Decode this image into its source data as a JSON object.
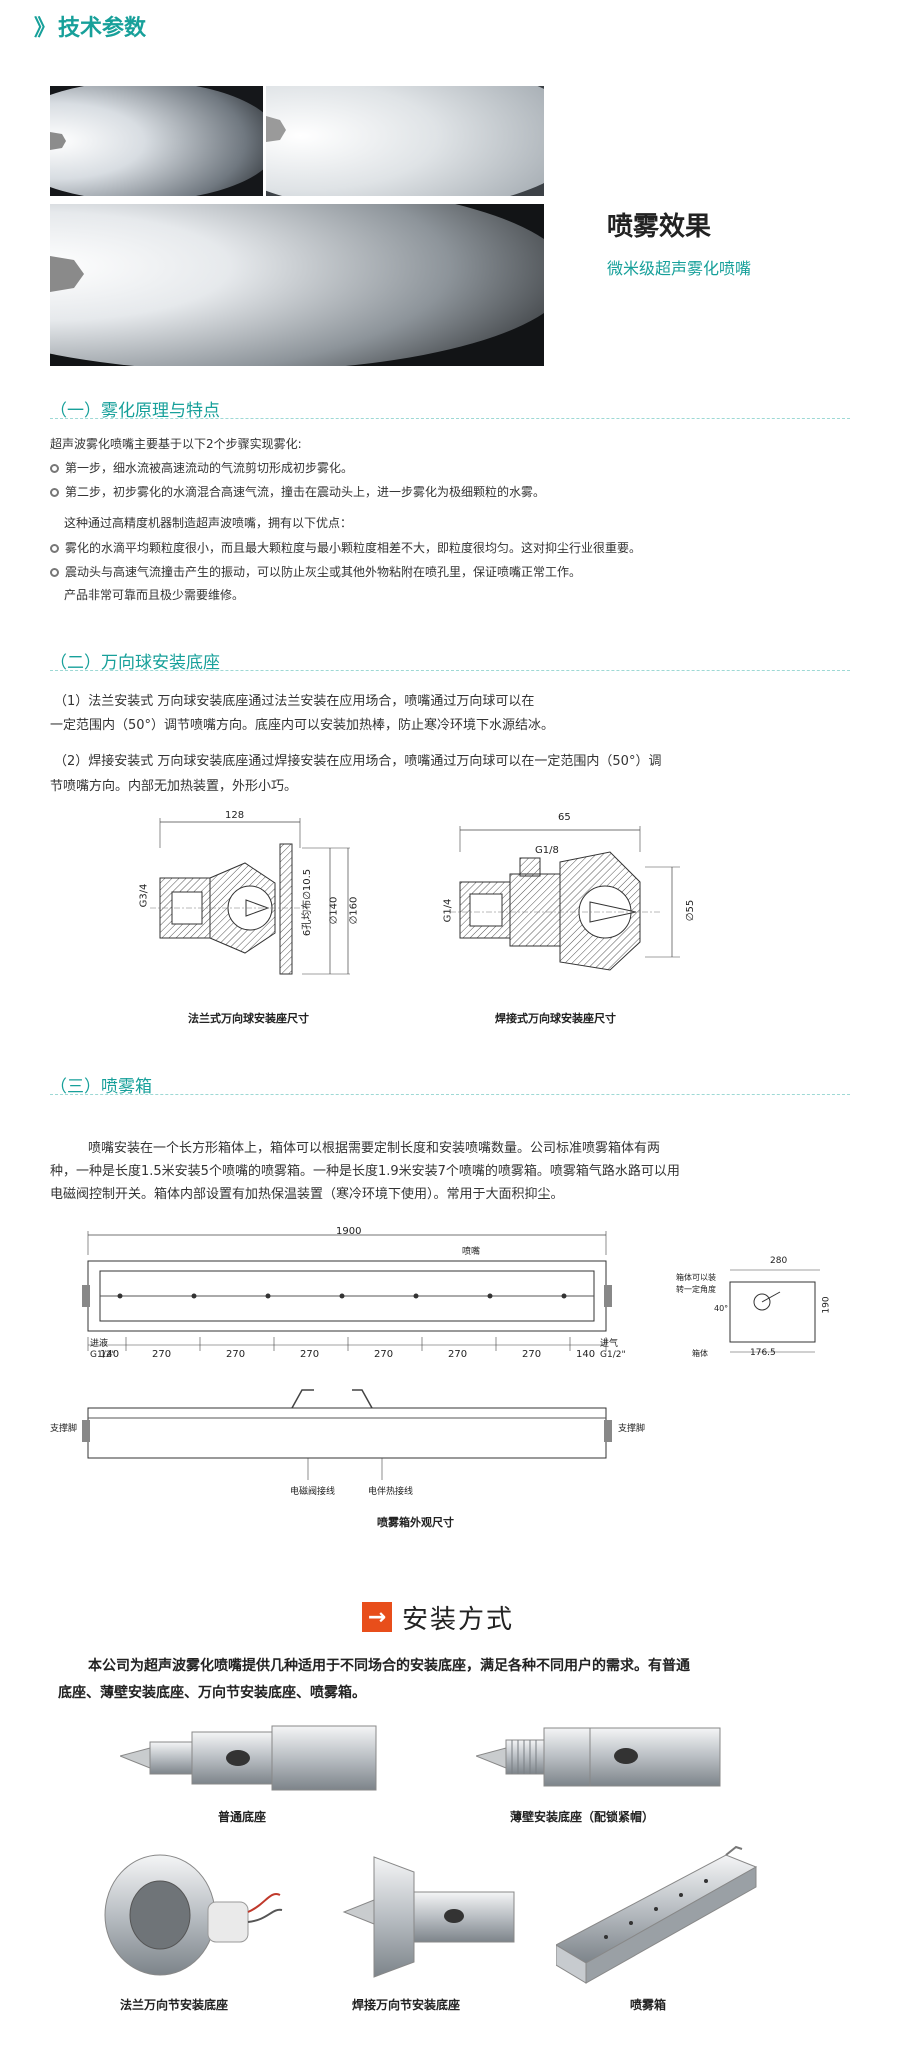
{
  "header": {
    "chevron": "》",
    "title": "技术参数"
  },
  "spray_effect": {
    "title": "喷雾效果",
    "subtitle": "微米级超声雾化喷嘴"
  },
  "section1": {
    "heading": "（一）雾化原理与特点",
    "intro": "超声波雾化喷嘴主要基于以下2个步骤实现雾化:",
    "steps": [
      "第一步，细水流被高速流动的气流剪切形成初步雾化。",
      "第二步，初步雾化的水滴混合高速气流，撞击在震动头上，进一步雾化为极细颗粒的水雾。"
    ],
    "adv_intro": "这种通过高精度机器制造超声波喷嘴，拥有以下优点：",
    "advantages": [
      "雾化的水滴平均颗粒度很小，而且最大颗粒度与最小颗粒度相差不大，即粒度很均匀。这对抑尘行业很重要。",
      "震动头与高速气流撞击产生的振动，可以防止灰尘或其他外物粘附在喷孔里，保证喷嘴正常工作。"
    ],
    "closing": "产品非常可靠而且极少需要维修。"
  },
  "section2": {
    "heading": "（二）万向球安装底座",
    "p1_line1": "（1）法兰安装式 万向球安装底座通过法兰安装在应用场合，喷嘴通过万向球可以在",
    "p1_line2": "一定范围内（50°）调节喷嘴方向。底座内可以安装加热棒，防止寒冷环境下水源结冰。",
    "p2_line1": "（2）焊接安装式 万向球安装底座通过焊接安装在应用场合，喷嘴通过万向球可以在一定范围内（50°）调",
    "p2_line2": "节喷嘴方向。内部无加热装置，外形小巧。",
    "caption_left": "法兰式万向球安装座尺寸",
    "caption_right": "焊接式万向球安装座尺寸",
    "dims_left": {
      "width": "128",
      "thread": "G3/4",
      "hole": "6孔均布∅10.5",
      "d1": "∅140",
      "d2": "∅160"
    },
    "dims_right": {
      "width": "65",
      "thread_top": "G1/8",
      "thread": "G1/4",
      "d": "∅55"
    }
  },
  "section3": {
    "heading": "（三）喷雾箱",
    "line1": "喷嘴安装在一个长方形箱体上，箱体可以根据需要定制长度和安装喷嘴数量。公司标准喷雾箱体有两",
    "line2": "种，一种是长度1.5米安装5个喷嘴的喷雾箱。一种是长度1.9米安装7个喷嘴的喷雾箱。喷雾箱气路水路可以用",
    "line3": "电磁阀控制开关。箱体内部设置有加热保温装置（寒冷环境下使用）。常用于大面积抑尘。",
    "box": {
      "total": "1900",
      "nozzle_label": "喷嘴",
      "spacings": [
        "140",
        "270",
        "270",
        "270",
        "270",
        "270",
        "270",
        "140"
      ],
      "water_in": "进液",
      "water_thread": "G1/2\"",
      "air_in": "进气",
      "air_thread": "G1/2\"",
      "support": "支撑脚",
      "valve_wire": "电磁阀接线",
      "heater_wire": "电伴热接线",
      "side_width": "280",
      "side_height": "190",
      "side_offset": "176.5",
      "side_note1": "箱体可以装",
      "side_note2": "转一定角度",
      "side_box": "箱体",
      "angle": "40°"
    },
    "caption": "喷雾箱外观尺寸"
  },
  "install": {
    "arrow": "→",
    "title": "安装方式",
    "line1": "本公司为超声波雾化喷嘴提供几种适用于不同场合的安装底座，满足各种不同用户的需求。有普通",
    "line2": "底座、薄壁安装底座、万向节安装底座、喷雾箱。",
    "products": [
      "普通底座",
      "薄壁安装底座（配锁紧帽）",
      "法兰万向节安装底座",
      "焊接万向节安装底座",
      "喷雾箱"
    ]
  }
}
